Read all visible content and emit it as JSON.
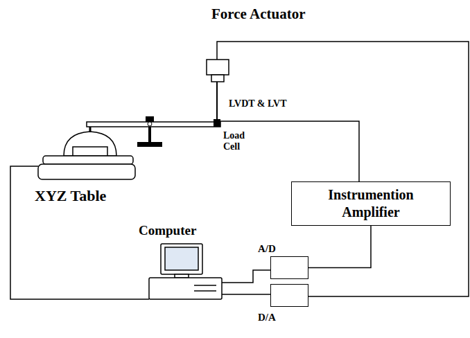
{
  "diagram": {
    "nodes": [
      {
        "text": [
          "Instrumention Amplifier"
        ]
      },
      {
        "text": [
          "A/D"
        ]
      },
      {
        "text": [
          "D/A"
        ]
      }
    ],
    "edges": [
      {
        "from": 0,
        "to": 1,
        "arrow": "none"
      }
    ],
    "labels": [
      "Force Actuator",
      "LVDT & LVT",
      "Load Cell",
      "XYZ Table",
      "Computer"
    ]
  }
}
